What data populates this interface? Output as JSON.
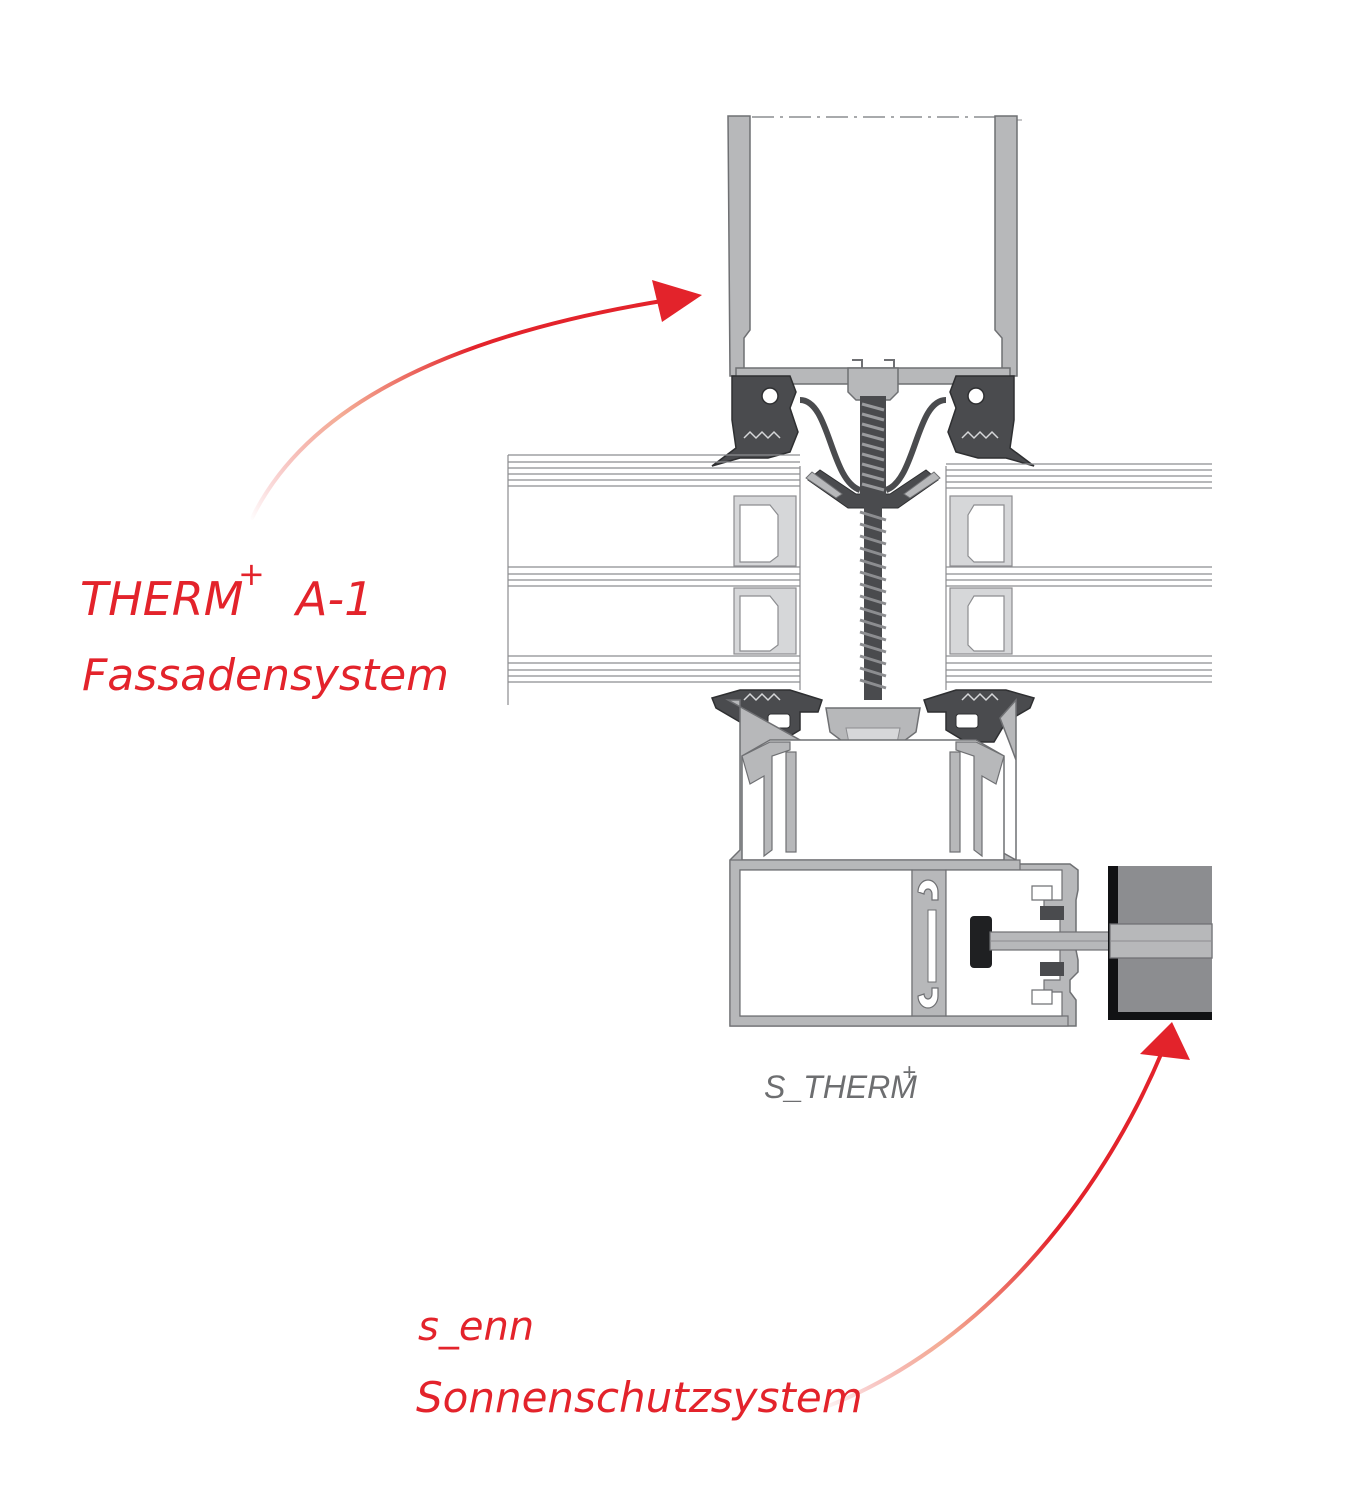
{
  "labels": {
    "facade_line1_base": "THERM",
    "facade_line1_sup": "+",
    "facade_line1_tail": "A-1",
    "facade_line2": "Fassadensystem",
    "profile_caption_base": "S_THERM",
    "profile_caption_sup": "+",
    "sun_line1": "s_enn",
    "sun_line2": "Sonnenschutzsystem"
  },
  "colors": {
    "accent_red": "#e3232b",
    "aluminium_fill": "#b7b8ba",
    "aluminium_stroke": "#6f7073",
    "gasket_dark": "#4a4b4e",
    "glass_line": "#8c8d90",
    "caption_gray": "#6d6e70"
  }
}
